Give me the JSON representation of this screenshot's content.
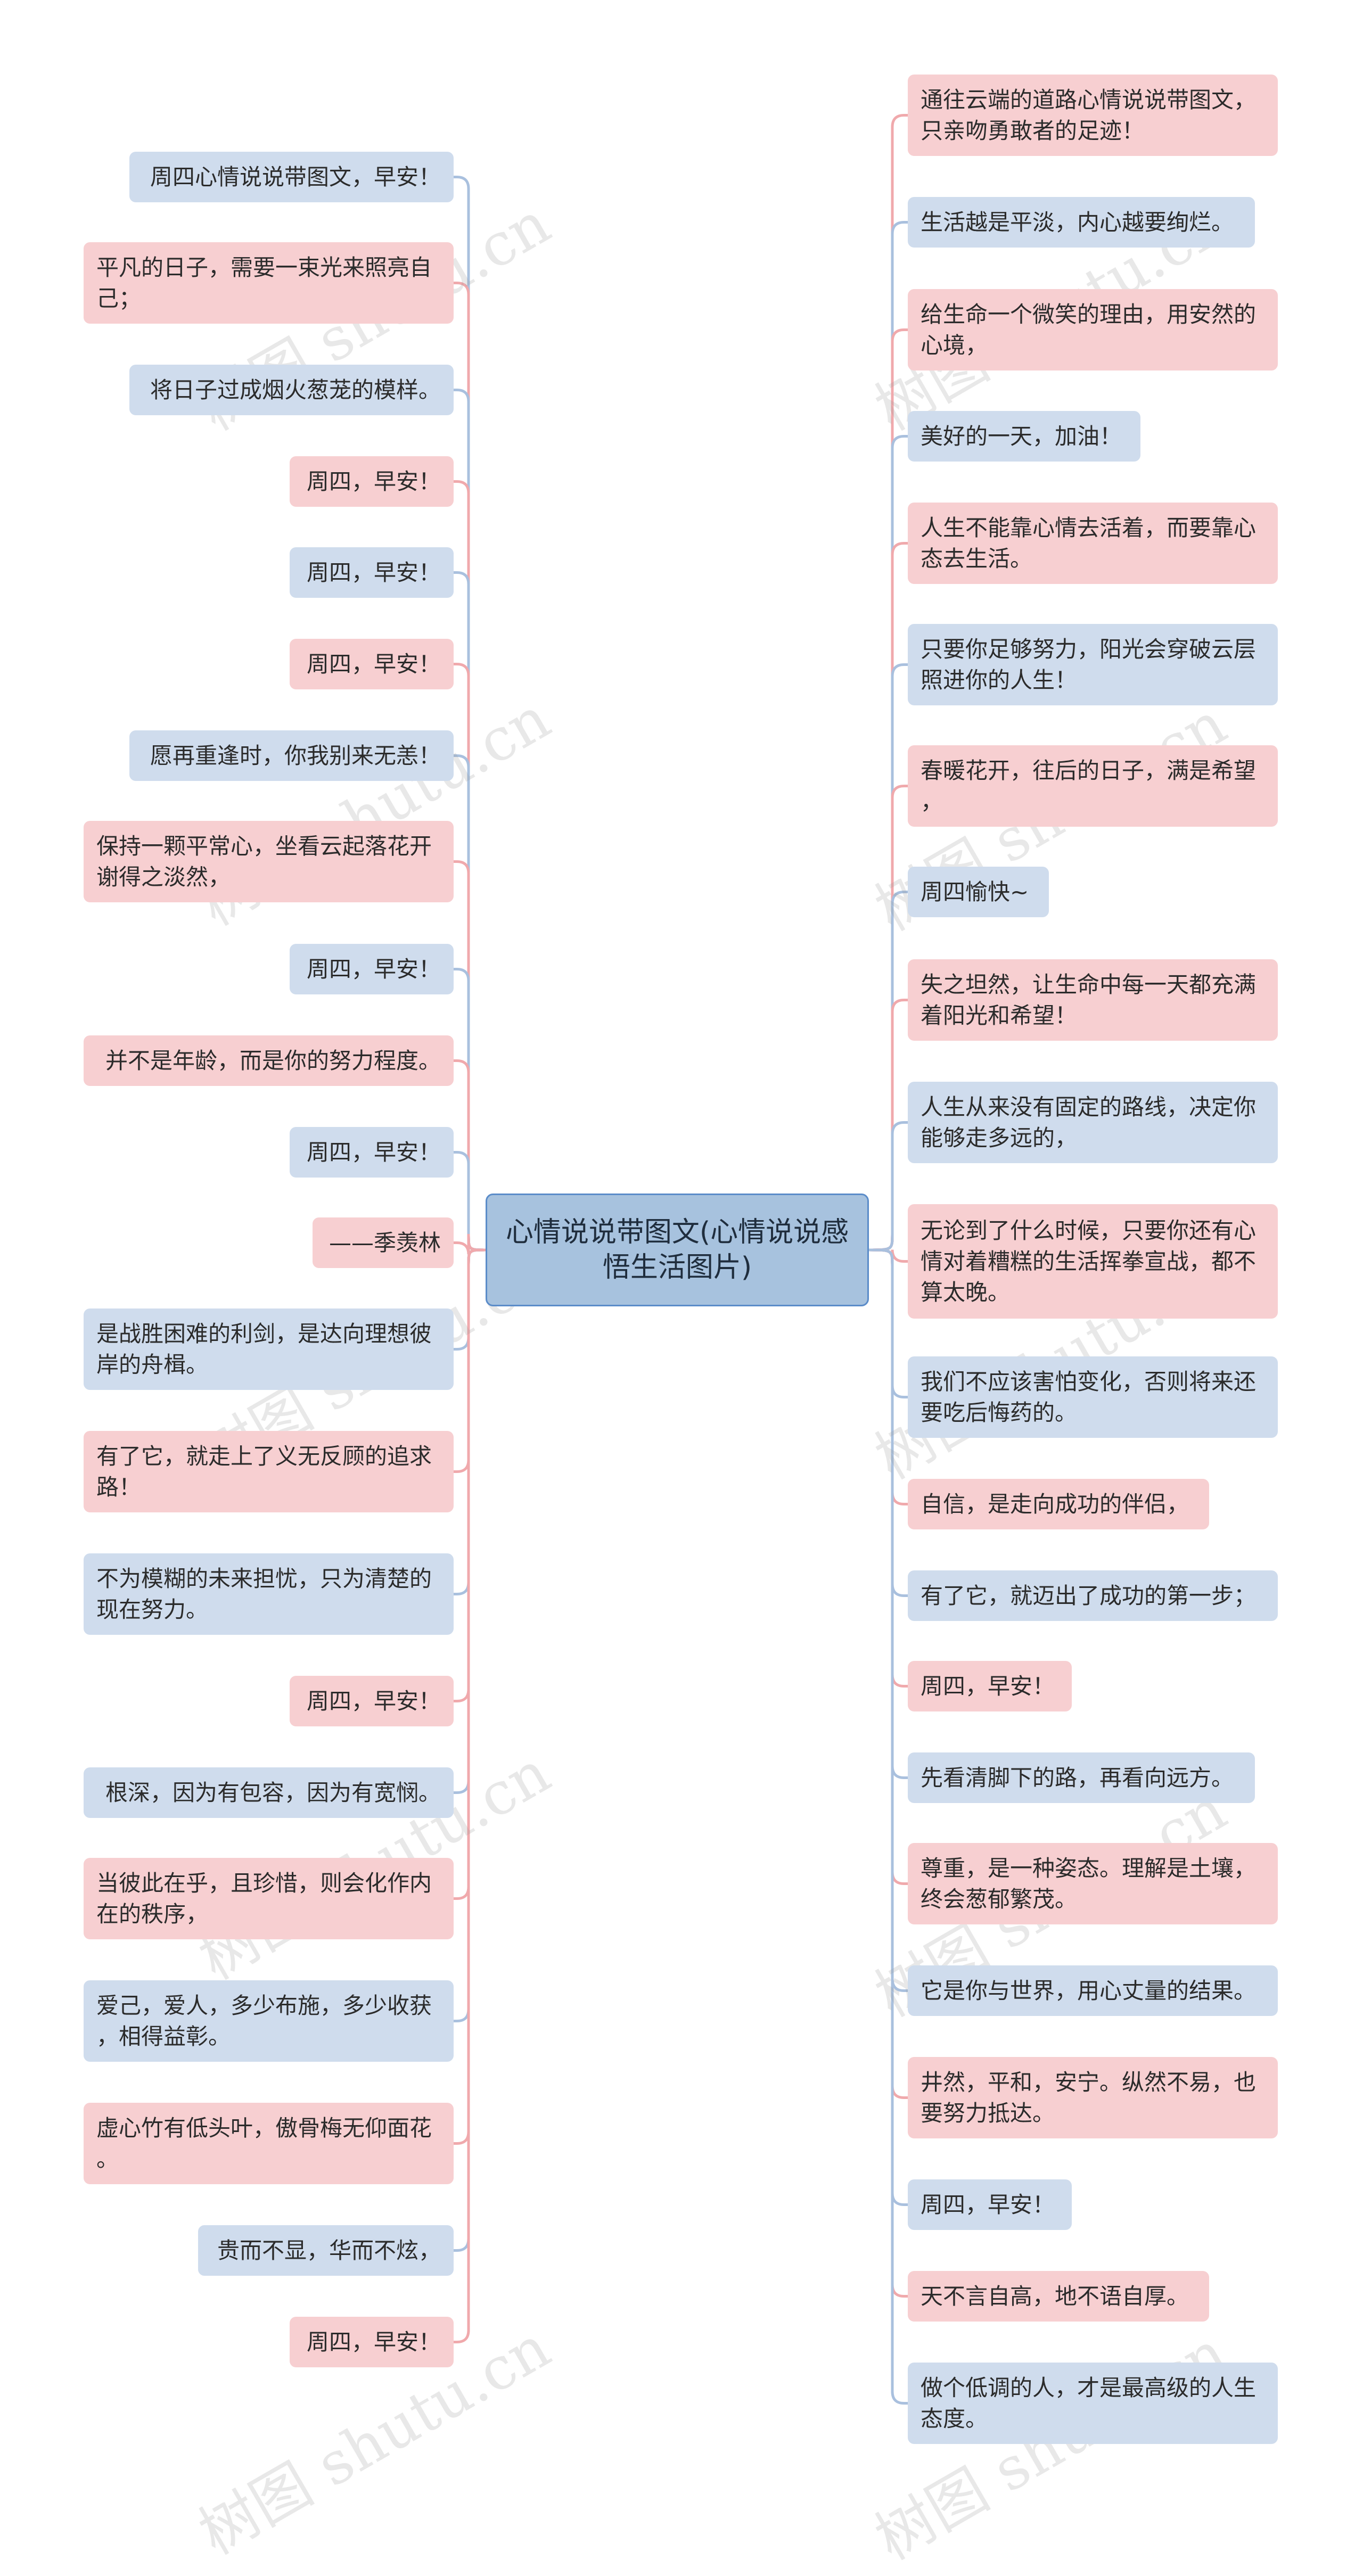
{
  "root": {
    "label": "心情说说带图文(心情说说感悟生活图片)"
  },
  "watermark": "树图 shutu.cn",
  "colors": {
    "pink": "#f7cfd1",
    "blue": "#cfdced",
    "line_pink": "#f0a9ac",
    "line_blue": "#a9c0de",
    "root_fill": "#a7c2de",
    "root_border": "#5b8cc9"
  },
  "left_nodes": [
    {
      "text": "周四心情说说带图文，早安！",
      "color": "blue"
    },
    {
      "text": "平凡的日子，需要一束光来照亮自\n己；",
      "color": "pink"
    },
    {
      "text": "将日子过成烟火葱茏的模样。",
      "color": "blue"
    },
    {
      "text": "周四，早安！",
      "color": "pink"
    },
    {
      "text": "周四，早安！",
      "color": "blue"
    },
    {
      "text": "周四，早安！",
      "color": "pink"
    },
    {
      "text": "愿再重逢时，你我别来无恙！",
      "color": "blue"
    },
    {
      "text": "保持一颗平常心，坐看云起落花开\n谢得之淡然，",
      "color": "pink"
    },
    {
      "text": "周四，早安！",
      "color": "blue"
    },
    {
      "text": "并不是年龄，而是你的努力程度。",
      "color": "pink"
    },
    {
      "text": "周四，早安！",
      "color": "blue"
    },
    {
      "text": "——季羡林",
      "color": "pink"
    },
    {
      "text": "是战胜困难的利剑，是达向理想彼\n岸的舟楫。",
      "color": "blue"
    },
    {
      "text": "有了它，就走上了义无反顾的追求\n路！",
      "color": "pink"
    },
    {
      "text": "不为模糊的未来担忧，只为清楚的\n现在努力。",
      "color": "blue"
    },
    {
      "text": "周四，早安！",
      "color": "pink"
    },
    {
      "text": "根深，因为有包容，因为有宽悯。",
      "color": "blue"
    },
    {
      "text": "当彼此在乎，且珍惜，则会化作内\n在的秩序，",
      "color": "pink"
    },
    {
      "text": "爱己，爱人，多少布施，多少收获\n，相得益彰。",
      "color": "blue"
    },
    {
      "text": "虚心竹有低头叶，傲骨梅无仰面花\n。",
      "color": "pink"
    },
    {
      "text": "贵而不显，华而不炫，",
      "color": "blue"
    },
    {
      "text": "周四，早安！",
      "color": "pink"
    }
  ],
  "right_nodes": [
    {
      "text": "通往云端的道路心情说说带图文，\n只亲吻勇敢者的足迹！",
      "color": "pink"
    },
    {
      "text": "生活越是平淡，内心越要绚烂。",
      "color": "blue"
    },
    {
      "text": "给生命一个微笑的理由，用安然的\n心境，",
      "color": "pink"
    },
    {
      "text": "美好的一天，加油！",
      "color": "blue"
    },
    {
      "text": "人生不能靠心情去活着，而要靠心\n态去生活。",
      "color": "pink"
    },
    {
      "text": "只要你足够努力，阳光会穿破云层\n照进你的人生！",
      "color": "blue"
    },
    {
      "text": "春暖花开，往后的日子，满是希望\n，",
      "color": "pink"
    },
    {
      "text": "周四愉快~",
      "color": "blue"
    },
    {
      "text": "失之坦然，让生命中每一天都充满\n着阳光和希望！",
      "color": "pink"
    },
    {
      "text": "人生从来没有固定的路线，决定你\n能够走多远的，",
      "color": "blue"
    },
    {
      "text": "无论到了什么时候，只要你还有心\n情对着糟糕的生活挥拳宣战，都不\n算太晚。",
      "color": "pink"
    },
    {
      "text": "我们不应该害怕变化，否则将来还\n要吃后悔药的。",
      "color": "blue"
    },
    {
      "text": "自信，是走向成功的伴侣，",
      "color": "pink"
    },
    {
      "text": "有了它，就迈出了成功的第一步；",
      "color": "blue"
    },
    {
      "text": "周四，早安！",
      "color": "pink"
    },
    {
      "text": "先看清脚下的路，再看向远方。",
      "color": "blue"
    },
    {
      "text": "尊重，是一种姿态。理解是土壤，\n终会葱郁繁茂。",
      "color": "pink"
    },
    {
      "text": "它是你与世界，用心丈量的结果。",
      "color": "blue"
    },
    {
      "text": "井然，平和，安宁。纵然不易，也\n要努力抵达。",
      "color": "pink"
    },
    {
      "text": "周四，早安！",
      "color": "blue"
    },
    {
      "text": "天不言自高，地不语自厚。",
      "color": "pink"
    },
    {
      "text": "做个低调的人，才是最高级的人生\n态度。",
      "color": "blue"
    }
  ]
}
